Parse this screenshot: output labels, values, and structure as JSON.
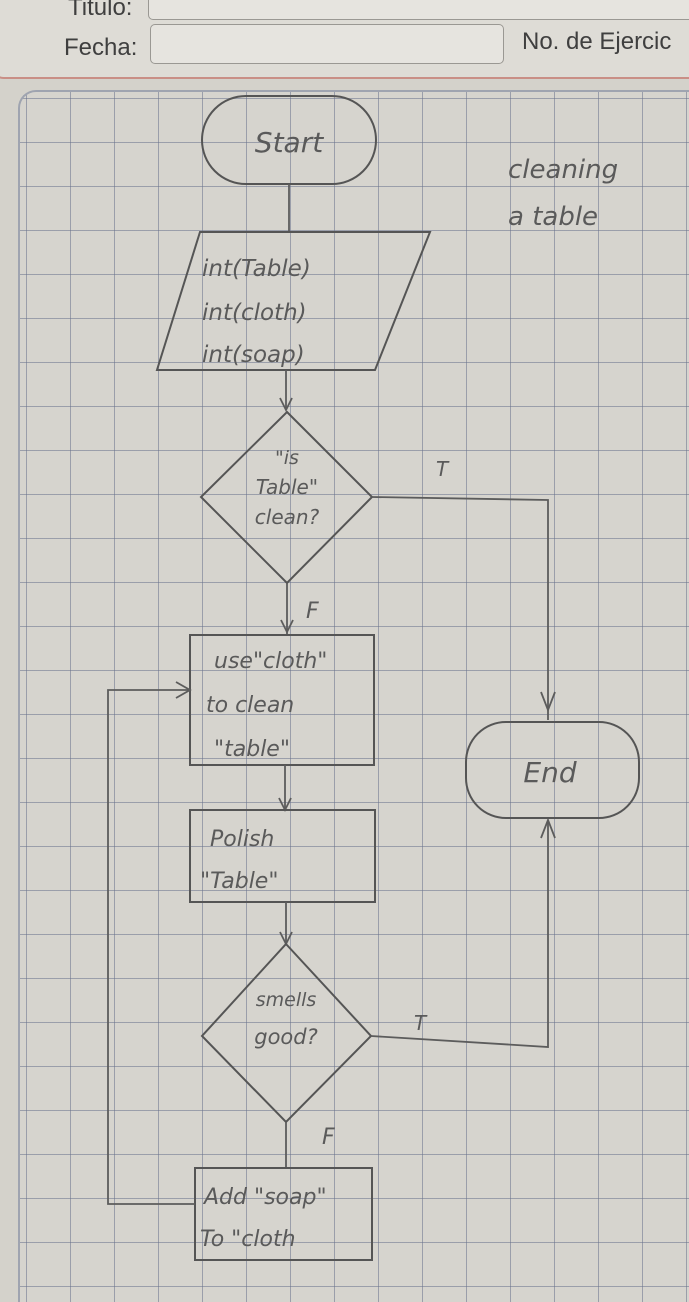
{
  "header": {
    "titulo_label": "Titulo:",
    "fecha_label": "Fecha:",
    "ejercicio_label": "No. de Ejercic"
  },
  "note": {
    "line1": "cleaning",
    "line2": "a table"
  },
  "flowchart": {
    "start": "Start",
    "input": [
      "int(Table)",
      "int(cloth)",
      "int(soap)"
    ],
    "decision1": [
      "\"is",
      "Table\"",
      "clean?"
    ],
    "decision1_true": "T",
    "decision1_false": "F",
    "process1": [
      "use\"cloth\"",
      "to clean",
      "\"table\""
    ],
    "process2": [
      "Polish",
      "\"Table\""
    ],
    "decision2": [
      "smells",
      "good?"
    ],
    "decision2_true": "T",
    "decision2_false": "F",
    "process3": [
      "Add \"soap\"",
      "To \"cloth"
    ],
    "end": "End"
  }
}
